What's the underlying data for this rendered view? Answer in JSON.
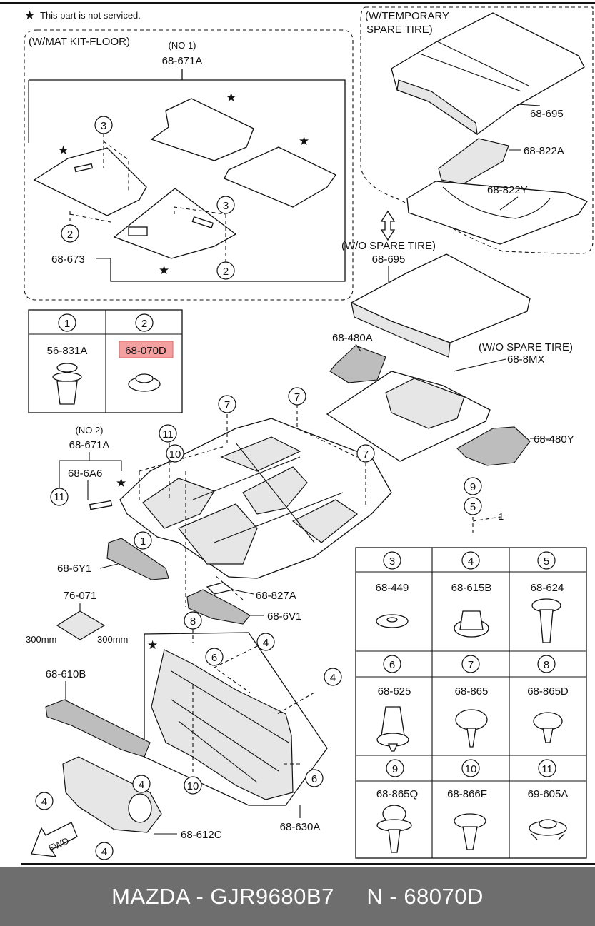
{
  "header": {
    "legend_star": "★",
    "legend_text": "This part is not serviced."
  },
  "groups": {
    "mat_kit": "(W/MAT KIT-FLOOR)",
    "temp_spare_1": "(W/TEMPORARY",
    "temp_spare_2": "SPARE TIRE)",
    "wo_spare_1": "(W/O SPARE TIRE)",
    "wo_spare_2": "(W/O SPARE TIRE)",
    "no1": "(NO 1)",
    "no2": "(NO 2)"
  },
  "parts": {
    "p68_671A_1": "68-671A",
    "p68_671A_2": "68-671A",
    "p68_673": "68-673",
    "p68_695_1": "68-695",
    "p68_695_2": "68-695",
    "p68_822A": "68-822A",
    "p68_822Y": "68-822Y",
    "p68_480A": "68-480A",
    "p68_8MX": "68-8MX",
    "p68_480Y": "68-480Y",
    "p68_6A6": "68-6A6",
    "p68_6Y1": "68-6Y1",
    "p68_827A": "68-827A",
    "p68_6V1": "68-6V1",
    "p76_071": "76-071",
    "mm1": "300mm",
    "mm2": "300mm",
    "p68_610B": "68-610B",
    "p68_612C": "68-612C",
    "p68_630A": "68-630A",
    "fwd": "FWD"
  },
  "fastener_table_top": [
    {
      "num": "1",
      "part": "56-831A"
    },
    {
      "num": "2",
      "part": "68-070D",
      "highlight": true
    }
  ],
  "fastener_table_bottom": [
    {
      "num": "3",
      "part": "68-449"
    },
    {
      "num": "4",
      "part": "68-615B"
    },
    {
      "num": "5",
      "part": "68-624"
    },
    {
      "num": "6",
      "part": "68-625"
    },
    {
      "num": "7",
      "part": "68-865"
    },
    {
      "num": "8",
      "part": "68-865D"
    },
    {
      "num": "9",
      "part": "68-865Q"
    },
    {
      "num": "10",
      "part": "68-866F"
    },
    {
      "num": "11",
      "part": "69-605A"
    }
  ],
  "callouts": {
    "c3a": "3",
    "c2a": "2",
    "c3b": "3",
    "c2b": "2",
    "c7a": "7",
    "c7b": "7",
    "c7c": "7",
    "c11a": "11",
    "c11b": "11",
    "c10a": "10",
    "c10b": "10",
    "c1a": "1",
    "c9a": "9",
    "c5a": "5",
    "c1b": "1",
    "c8a": "8",
    "c6a": "6",
    "c6b": "6",
    "c4a": "4",
    "c4b": "4",
    "c4c": "4",
    "c4d": "4",
    "c4e": "4"
  },
  "footer": {
    "text": "MAZDA - GJR9680B7     N - 68070D"
  },
  "colors": {
    "highlight": "#f4a0a0",
    "footer_bg": "#6e6e6e",
    "footer_text": "#ffffff"
  }
}
